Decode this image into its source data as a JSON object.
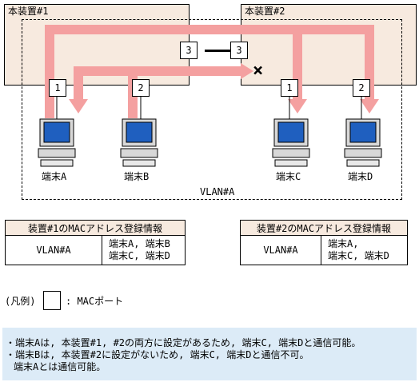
{
  "device1": {
    "label": "本装置#1",
    "port1": "1",
    "port2": "2",
    "port3": "3"
  },
  "device2": {
    "label": "本装置#2",
    "port1": "1",
    "port2": "2",
    "port3": "3"
  },
  "terminals": {
    "a": "端末A",
    "b": "端末B",
    "c": "端末C",
    "d": "端末D"
  },
  "vlan_label": "VLAN#A",
  "block_mark": "×",
  "table1": {
    "title": "装置#1のMACアドレス登録情報",
    "vlan": "VLAN#A",
    "line1": "端末A, 端末B",
    "line2": "端末C, 端末D"
  },
  "table2": {
    "title": "装置#2のMACアドレス登録情報",
    "vlan": "VLAN#A",
    "line1": "端末A,",
    "line2": "端末C, 端末D"
  },
  "legend": {
    "prefix": "(凡例)",
    "suffix": ": MACポート"
  },
  "notes": {
    "line1": "・端末Aは, 本装置#1, #2の両方に設定があるため, 端末C, 端末Dと通信可能。",
    "line2": "・端末Bは, 本装置#2に設定がないため, 端末C, 端末Dと通信不可。",
    "line3": "端末Aとは通信可能。"
  },
  "colors": {
    "device_fill": "#f7eadf",
    "path": "#f4a0a0",
    "note_bg": "#dcebf7"
  }
}
